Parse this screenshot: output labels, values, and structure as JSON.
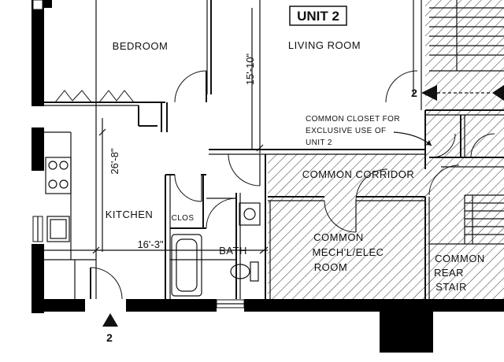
{
  "title": "UNIT 2",
  "rooms": {
    "bedroom": "BEDROOM",
    "living_room": "LIVING ROOM",
    "kitchen": "KITCHEN",
    "closet": "CLOS",
    "bath": "BATH",
    "corridor": "COMMON CORRIDOR",
    "mech_line1": "COMMON",
    "mech_line2": "MECH'L/ELEC",
    "mech_line3": "ROOM",
    "stair_line1": "COMMON",
    "stair_line2": "REAR",
    "stair_line3": "STAIR"
  },
  "note": {
    "line1": "COMMON CLOSET FOR",
    "line2": "EXCLUSIVE USE OF",
    "line3": "UNIT 2"
  },
  "dimensions": {
    "living_depth": "15'-10\"",
    "kitchen_depth": "26'-8\"",
    "kitchen_width": "16'-3\""
  },
  "section_marks": {
    "right": "2",
    "bottom": "2"
  }
}
